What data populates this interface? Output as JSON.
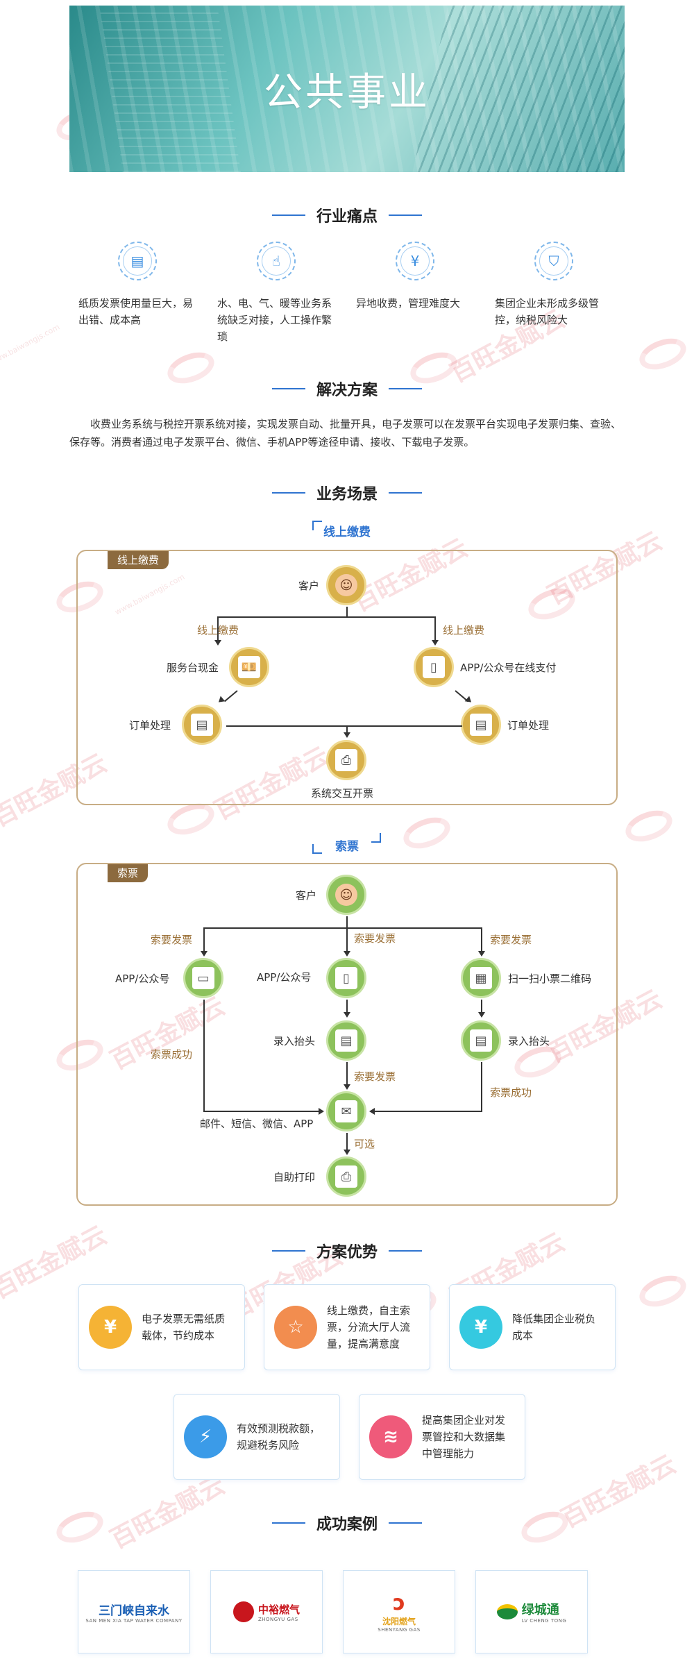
{
  "banner": {
    "title": "公共事业"
  },
  "sections": {
    "pain": "行业痛点",
    "solution": "解决方案",
    "scenario": "业务场景",
    "advantage": "方案优势",
    "cases": "成功案例"
  },
  "pain_points": [
    {
      "icon": "invoice-icon",
      "text": "纸质发票使用量巨大，易出错、成本高"
    },
    {
      "icon": "hand-pointer-icon",
      "text": "水、电、气、暖等业务系统缺乏对接，人工操作繁琐"
    },
    {
      "icon": "yuan-fee-icon",
      "text": "异地收费，管理难度大"
    },
    {
      "icon": "shield-icon",
      "text": "集团企业未形成多级管控，纳税风险大"
    }
  ],
  "solution_text": "收费业务系统与税控开票系统对接，实现发票自动、批量开具，电子发票可以在发票平台实现电子发票归集、查验、保存等。消费者通过电子发票平台、微信、手机APP等途径申请、接收、下载电子发票。",
  "flow1": {
    "subtitle": "线上缴费",
    "tag": "线上缴费",
    "customer": "客户",
    "left_branch": "线上缴费",
    "right_branch": "线上缴费",
    "counter_cash": "服务台现金",
    "app_pay": "APP/公众号在线支付",
    "order_left": "订单处理",
    "order_right": "订单处理",
    "system_invoice": "系统交互开票"
  },
  "flow2": {
    "subtitle": "索票",
    "tag": "索票",
    "customer": "客户",
    "request_left": "索要发票",
    "request_mid": "索要发票",
    "request_right": "索要发票",
    "app_left": "APP/公众号",
    "app_mid": "APP/公众号",
    "scan_qr": "扫一扫小票二维码",
    "enter_mid": "录入抬头",
    "enter_right": "录入抬头",
    "request_invoice": "索要发票",
    "success_left": "索票成功",
    "success_right": "索票成功",
    "channels": "邮件、短信、微信、APP",
    "optional": "可选",
    "self_print": "自助打印"
  },
  "advantages": [
    {
      "text": "电子发票无需纸质载体，节约成本",
      "color": "#f5b335",
      "icon": "yuan-shield-icon",
      "glyph": "¥"
    },
    {
      "text": "线上缴费，自主索票，分流大厅人流量，提高满意度",
      "color": "#f28d4f",
      "icon": "star-icon",
      "glyph": "☆"
    },
    {
      "text": "降低集团企业税负成本",
      "color": "#35c9e0",
      "icon": "ticket-icon",
      "glyph": "¥"
    },
    {
      "text": "有效预测税款额，规避税务风险",
      "color": "#3b9be8",
      "icon": "shield-bolt-icon",
      "glyph": "⚡"
    },
    {
      "text": "提高集团企业对发票管控和大数据集中管理能力",
      "color": "#ef5a7a",
      "icon": "layers-icon",
      "glyph": "≋"
    }
  ],
  "cases": [
    {
      "name": "三门峡自来水",
      "sub": "SAN MEN XIA TAP WATER COMPANY",
      "color": "#1a5fb4"
    },
    {
      "name": "中裕燃气",
      "sub": "ZHONGYU GAS",
      "color": "#c8161d"
    },
    {
      "name": "沈阳燃气",
      "sub": "SHENYANG GAS",
      "color": "#e03a1f"
    },
    {
      "name": "绿城通",
      "sub": "LV CHENG TONG",
      "color": "#1c8a3a"
    }
  ],
  "watermark": {
    "text": "百旺金赋云",
    "sub": "www.baiwangjs.com"
  }
}
